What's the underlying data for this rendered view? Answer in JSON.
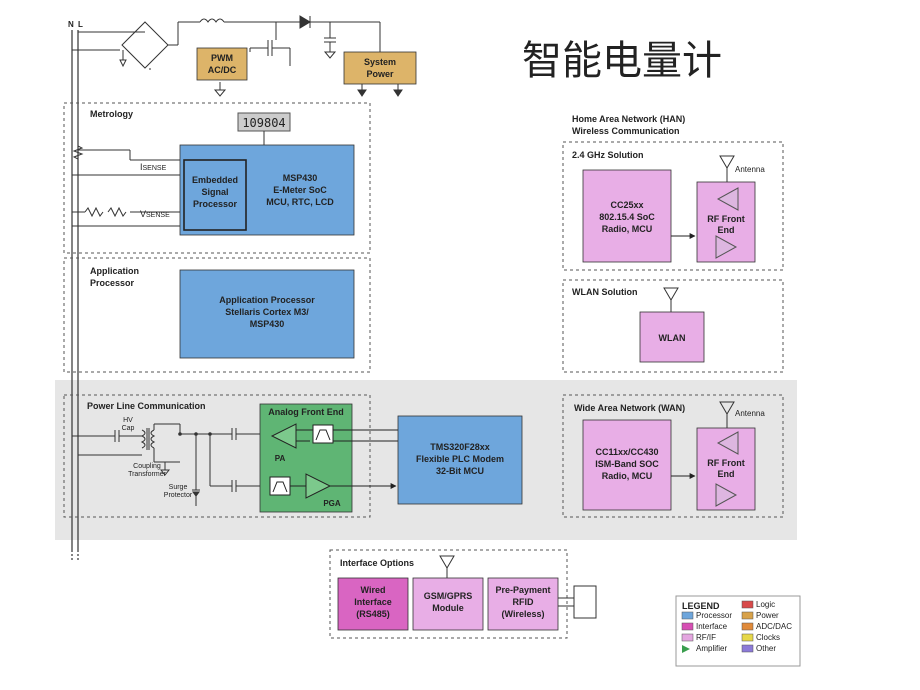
{
  "title": "智能电量计",
  "rails": {
    "n": "N",
    "l": "L"
  },
  "power": {
    "pwm": [
      "PWM",
      "AC/DC"
    ],
    "system": [
      "System",
      "Power"
    ]
  },
  "metrology": {
    "label": "Metrology",
    "display": "109804",
    "isense": "I",
    "isense_sub": "SENSE",
    "vsense": "V",
    "vsense_sub": "SENSE",
    "dsp": [
      "Embedded",
      "Signal",
      "Processor"
    ],
    "soc": [
      "MSP430",
      "E-Meter SoC",
      "MCU, RTC, LCD"
    ]
  },
  "app": {
    "label": [
      "Application",
      "Processor"
    ],
    "box": [
      "Application Processor",
      "Stellaris Cortex M3/",
      "MSP430"
    ]
  },
  "plc": {
    "label": "Power Line Communication",
    "hv_cap": [
      "HV",
      "Cap"
    ],
    "coupling": [
      "Coupling",
      "Transformer"
    ],
    "surge": [
      "Surge",
      "Protector"
    ],
    "afe": "Analog Front End",
    "pa": "PA",
    "pga": "PGA",
    "modem": [
      "TMS320F28xx",
      "Flexible PLC Modem",
      "32-Bit MCU"
    ]
  },
  "han": {
    "heading": [
      "Home Area Network (HAN)",
      "Wireless Communication"
    ],
    "ghz_label": "2.4 GHz Solution",
    "antenna": "Antenna",
    "cc25": [
      "CC25xx",
      "802.15.4 SoC",
      "Radio, MCU"
    ],
    "rf_front": [
      "RF Front",
      "End"
    ],
    "wlan_label": "WLAN Solution",
    "wlan": "WLAN"
  },
  "wan": {
    "label": "Wide Area Network (WAN)",
    "antenna": "Antenna",
    "cc11": [
      "CC11xx/CC430",
      "ISM-Band SOC",
      "Radio, MCU"
    ],
    "rf_front": [
      "RF Front",
      "End"
    ]
  },
  "interface": {
    "label": "Interface Options",
    "wired": [
      "Wired",
      "Interface",
      "(RS485)"
    ],
    "gsm": [
      "GSM/GPRS",
      "Module"
    ],
    "prepay": [
      "Pre-Payment",
      "RFID",
      "(Wireless)"
    ]
  },
  "legend": {
    "title": "LEGEND",
    "items": [
      {
        "label": "Processor",
        "color": "#6ea6dc"
      },
      {
        "label": "Interface",
        "color": "#d64fb4"
      },
      {
        "label": "RF/IF",
        "color": "#e4a6e0"
      },
      {
        "label": "Amplifier",
        "color": "#3a9e4e"
      },
      {
        "label": "Logic",
        "color": "#d84a4a"
      },
      {
        "label": "Power",
        "color": "#d8a24a"
      },
      {
        "label": "ADC/DAC",
        "color": "#e08a3a"
      },
      {
        "label": "Clocks",
        "color": "#e6d84a"
      },
      {
        "label": "Other",
        "color": "#8c7ad8"
      }
    ]
  },
  "colors": {
    "processor": "#6ea6dc",
    "power": "#ddb469",
    "rf": "#e8aee6",
    "interface": "#d965c2",
    "amp": "#5fb574",
    "shade": "#e6e6e6"
  }
}
